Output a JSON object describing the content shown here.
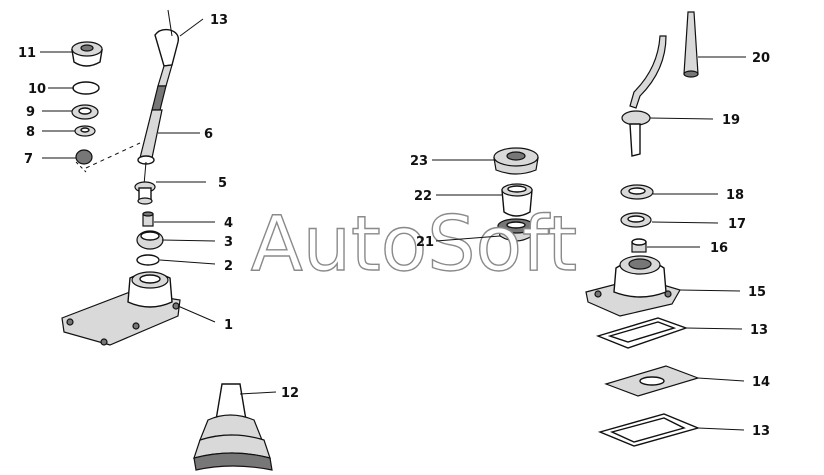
{
  "watermark": "AutoSoft",
  "callouts": {
    "c1": "1",
    "c2": "2",
    "c3": "3",
    "c4": "4",
    "c5": "5",
    "c6": "6",
    "c7": "7",
    "c8": "8",
    "c9": "9",
    "c10": "10",
    "c11": "11",
    "c12": "12",
    "c13a": "13",
    "c13b": "13",
    "c13c": "13",
    "c14": "14",
    "c15": "15",
    "c16": "16",
    "c17": "17",
    "c18": "18",
    "c19": "19",
    "c20": "20",
    "c21": "21",
    "c22": "22",
    "c23": "23"
  }
}
